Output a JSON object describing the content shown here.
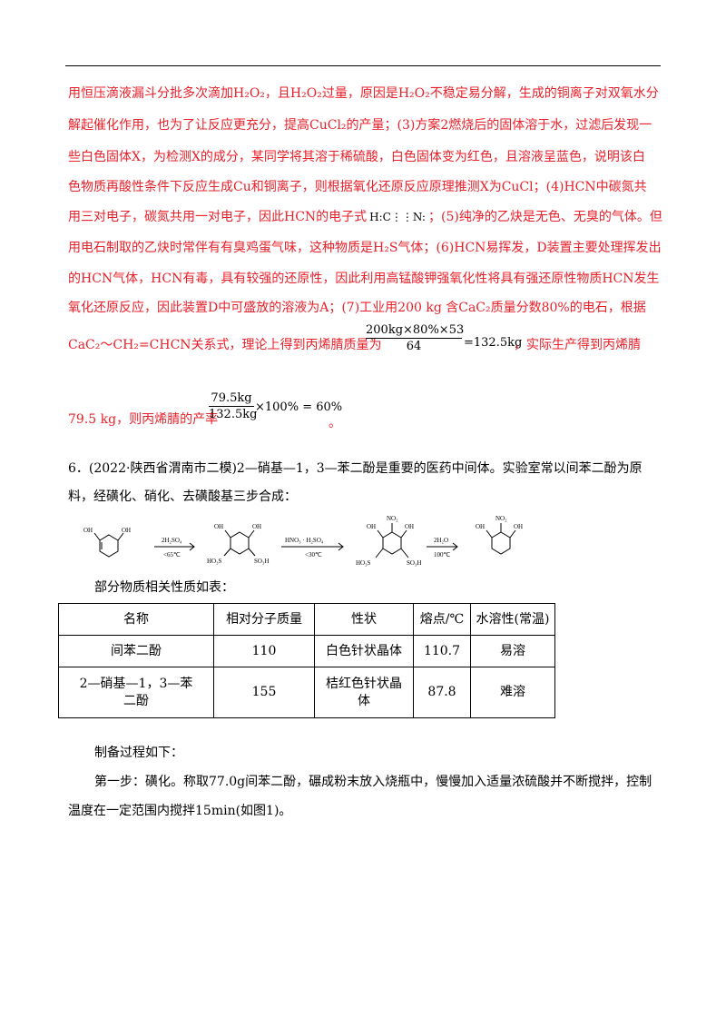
{
  "answer": {
    "l1": "用恒压滴液漏斗分批多次滴加H₂O₂，且H₂O₂过量，原因是H₂O₂不稳定易分解，生成的铜离子对双氧水分",
    "l2": "解起催化作用，也为了让反应更充分，提高CuCl₂的产量；(3)方案2燃烧后的固体溶于水，过滤后发现一",
    "l3": "些白色固体X，为检测X的成分，某同学将其溶于稀硫酸，白色固体变为红色，且溶液呈蓝色，说明该白",
    "l4": "色物质再酸性条件下反应生成Cu和铜离子，则根据氧化还原反应原理推测X为CuCl；(4)HCN中碳氮共",
    "l5a": "用三对电子，碳氮共用一对电子，因此HCN的电子式",
    "electron_formula": "H:C⋮⋮N:",
    "l5b": "；(5)纯净的乙炔是无色、无臭的气体。但",
    "l6": "用电石制取的乙炔时常伴有有臭鸡蛋气味，这种物质是H₂S气体；(6)HCN易挥发，D装置主要处理挥发出",
    "l7": "的HCN气体，HCN有毒，具有较强的还原性，因此利用高锰酸钾强氧化性将具有强还原性物质HCN发生",
    "l8": "氧化还原反应，因此装置D中可盛放的溶液为A；(7)工业用200 kg  含CaC₂质量分数80%的电石，根据",
    "l9a": "CaC₂～CH₂=CHCN关系式，理论上得到丙烯腈质量为",
    "frac1_num": "200kg×80%×53",
    "frac1_den": "64",
    "frac1_tail": "=132.5kg",
    "l9b": "，实际生产得到丙烯腈",
    "l10a": "79.5 kg，则丙烯腈的产率",
    "frac2_num": "79.5kg",
    "frac2_den": "132.5kg",
    "frac2_tail": "×100% = 60%",
    "l10b": "。"
  },
  "question": {
    "q1": "6．(2022·陕西省渭南市二模)2—硝基—1，3—苯二酚是重要的医药中间体。实验室常以间苯二酚为原",
    "q2": "料，经磺化、硝化、去磺酸基三步合成：",
    "scheme": {
      "arrow1_top": "2H₂SO₄",
      "arrow1_bottom": "<65℃",
      "arrow2_top": "HNO₃ · H₂SO₄",
      "arrow2_bottom": "<30℃",
      "arrow3_top": "2H₂O",
      "arrow3_bottom": "100℃",
      "oh": "OH",
      "no2": "NO₂",
      "so3h": "SO₃H",
      "ho3s": "HO₃S"
    },
    "table_intro": "部分物质相关性质如表：",
    "table": {
      "headers": [
        "名称",
        "相对分子质量",
        "性状",
        "熔点/℃",
        "水溶性(常温)"
      ],
      "row1": [
        "间苯二酚",
        "110",
        "白色针状晶体",
        "110.7",
        "易溶"
      ],
      "row2": [
        "2—硝基—1，3—苯二酚",
        "155",
        "桔红色针状晶体",
        "87.8",
        "难溶"
      ]
    },
    "process_intro": "制备过程如下：",
    "step1a": "第一步：磺化。称取77.0g间苯二酚，碾成粉末放入烧瓶中，慢慢加入适量浓硫酸并不断搅拌，控制",
    "step1b": "温度在一定范围内搅拌15min(如图1)。"
  }
}
